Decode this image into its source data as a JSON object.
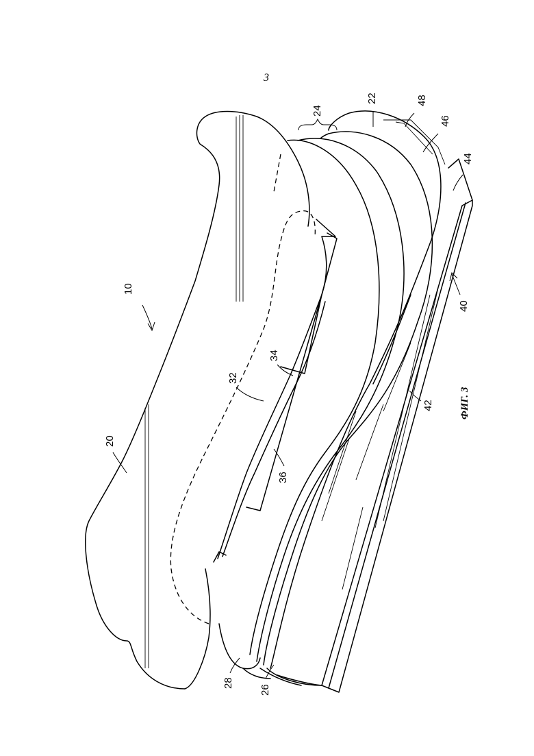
{
  "page_number": "3",
  "figure_caption": "ФИГ. 3",
  "reference_numerals": {
    "assembly": "10",
    "top_layer": "20",
    "layer_22": "22",
    "layer_group": "24",
    "layer_26": "26",
    "layer_28": "28",
    "insert_32": "32",
    "insert_34": "34",
    "insert_36": "36",
    "sole_assembly": "40",
    "sole_layer_42": "42",
    "sole_layer_44": "44",
    "sole_layer_46": "46",
    "sole_layer_48": "48"
  }
}
